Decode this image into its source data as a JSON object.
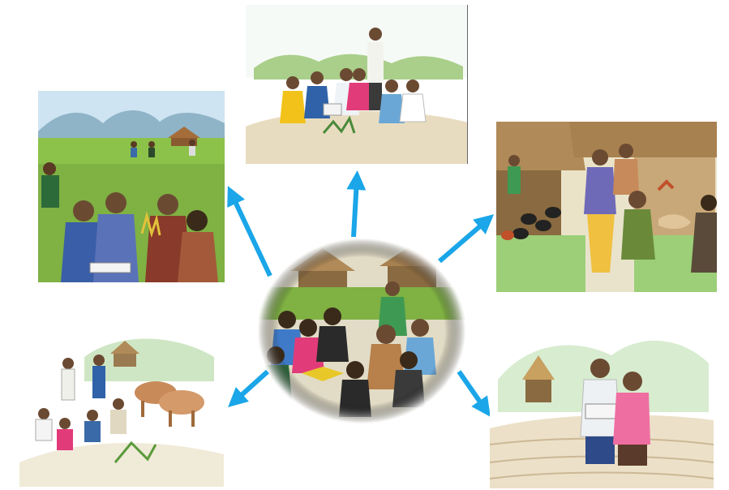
{
  "scene": {
    "center": "village-meeting-illustration",
    "panels": [
      "field-consultation",
      "seed-discussion",
      "livestock-market",
      "cattle-group",
      "field-reading"
    ],
    "colors": {
      "arrow": "#1aa6e8",
      "field": "#8cc24a",
      "sky": "#cfe4f2",
      "thatch": "#b08a58"
    }
  }
}
